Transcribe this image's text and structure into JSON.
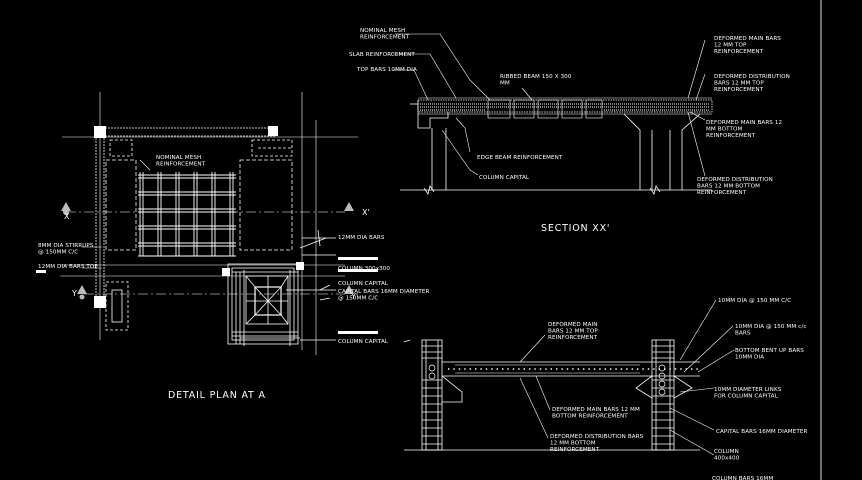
{
  "titles": {
    "section_xx": "SECTION XX'",
    "detail_plan": "DETAIL PLAN AT A"
  },
  "axis_marks": {
    "x_left": "X",
    "x_right": "X'",
    "y_left": "Y",
    "y_right": "Y'"
  },
  "plan_labels": {
    "mesh": "NOMINAL MESH\nREINFORCEMENT",
    "stirrups": "8MM DIA STIRRUPS\n@ 150MM C/C",
    "top_bars": "12MM DIA BARS TOP",
    "bars_right": "12MM DIA BARS",
    "column_size": "COLUMN 300x300",
    "column_capital": "COLUMN CAPITAL",
    "capital_bars": "CAPITAL BARS 16MM DIAMETER\n@ 150MM C/C",
    "column_capital_2": "COLUMN CAPITAL"
  },
  "section_labels": {
    "nominal_mesh": "NOMINAL MESH\nREINFORCEMENT",
    "slab_reinforcement": "SLAB REINFORCEMENT",
    "top_bars": "TOP BARS 10MM DIA",
    "ribbed_beam": "RIBBED BEAM 150 X 300\nMM",
    "edge_beam": "EDGE BEAM REINFORCEMENT",
    "column_capital": "COLUMN CAPITAL",
    "main_bars_top": "DEFORMED MAIN BARS\n12 MM TOP\nREINFORCEMENT",
    "distribution_top": "DEFORMED DISTRIBUTION\nBARS 12 MM TOP\nREINFORCEMENT",
    "main_bars_bottom": "DEFORMED MAIN BARS 12\nMM BOTTOM\nREINFORCEMENT",
    "distribution_bottom": "DEFORMED DISTRIBUTION\nBARS 12 MM BOTTOM\nREINFORCEMENT"
  },
  "bottom_labels": {
    "main_top": "DEFORMED MAIN\nBARS 12 MM TOP\nREINFORCEMENT",
    "main_bottom": "DEFORMED MAIN BARS 12 MM\nBOTTOM REINFORCEMENT",
    "distribution_bottom": "DEFORMED DISTRIBUTION BARS\n12 MM BOTTOM\nREINFORCEMENT",
    "dia_1": "10MM DIA @ 150 MM C/C",
    "dia_2": "10MM DIA @ 150 MM c/c\nBARS",
    "bottom_bars": "BOTTOM BENT UP BARS\n10MM DIA",
    "links": "10MM DIAMETER LINKS\nFOR COLUMN CAPITAL",
    "capital_bars": "CAPITAL BARS 16MM DIAMETER",
    "column": "COLUMN\n400x400",
    "column_bottom": "COLUMN BARS 16MM"
  }
}
